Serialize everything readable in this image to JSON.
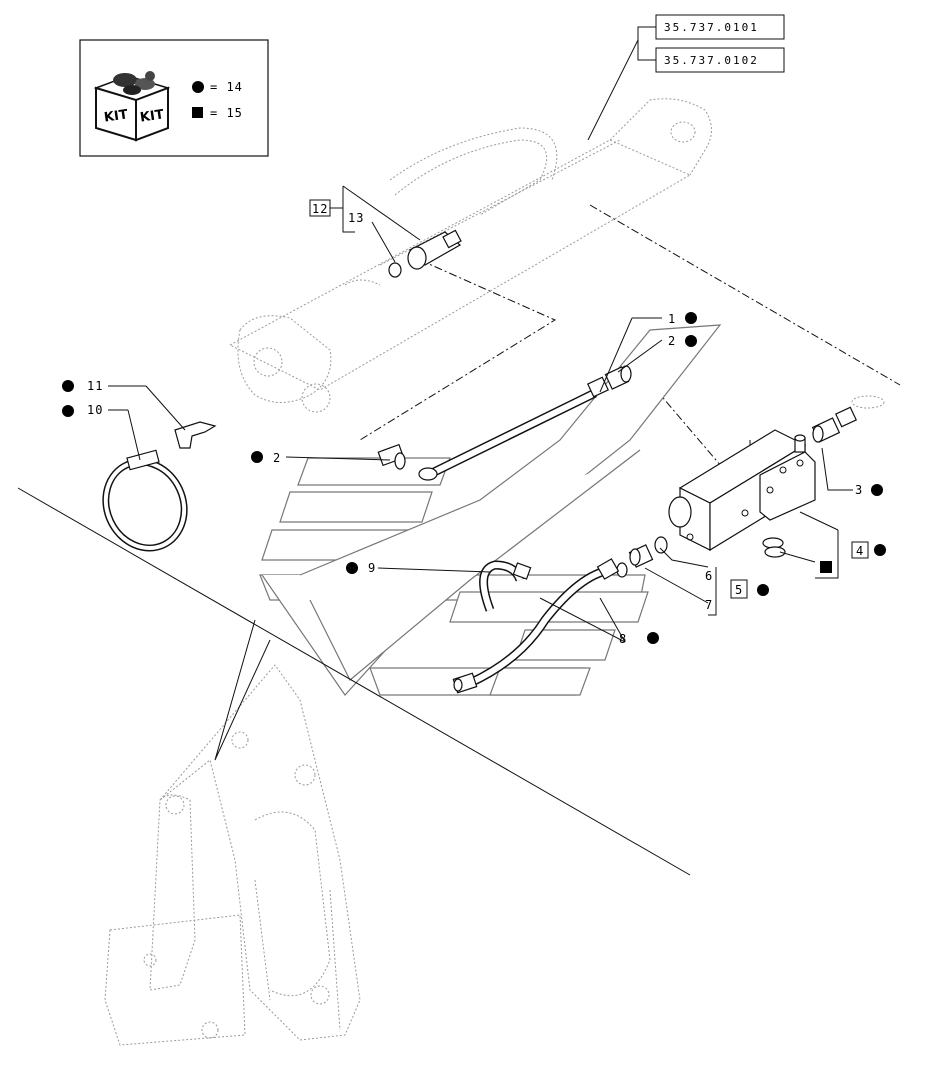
{
  "kit_legend": {
    "box_label_1": "KIT",
    "box_label_2": "KIT",
    "circle_value": "= 14",
    "square_value": "= 15"
  },
  "references": {
    "ref_1": "35.737.0101",
    "ref_2": "35.737.0102"
  },
  "callouts": {
    "c1": "1",
    "c2_top": "2",
    "c2_left": "2",
    "c3": "3",
    "c4": "4",
    "c5": "5",
    "c6": "6",
    "c7": "7",
    "c8": "8",
    "c9": "9",
    "c10": "10",
    "c11": "11",
    "c12": "12",
    "c13": "13"
  }
}
